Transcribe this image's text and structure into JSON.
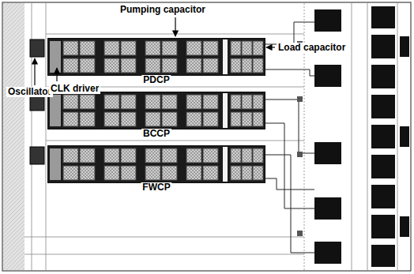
{
  "diagram": {
    "nodes": [
      {
        "text": [
          "PDCP"
        ]
      },
      {
        "text": [
          "BCCP"
        ]
      },
      {
        "text": [
          "FWCP"
        ]
      }
    ],
    "labels": [
      "Pumping capacitor",
      "Load capacitor",
      "Oscillator",
      "CLK driver"
    ]
  }
}
